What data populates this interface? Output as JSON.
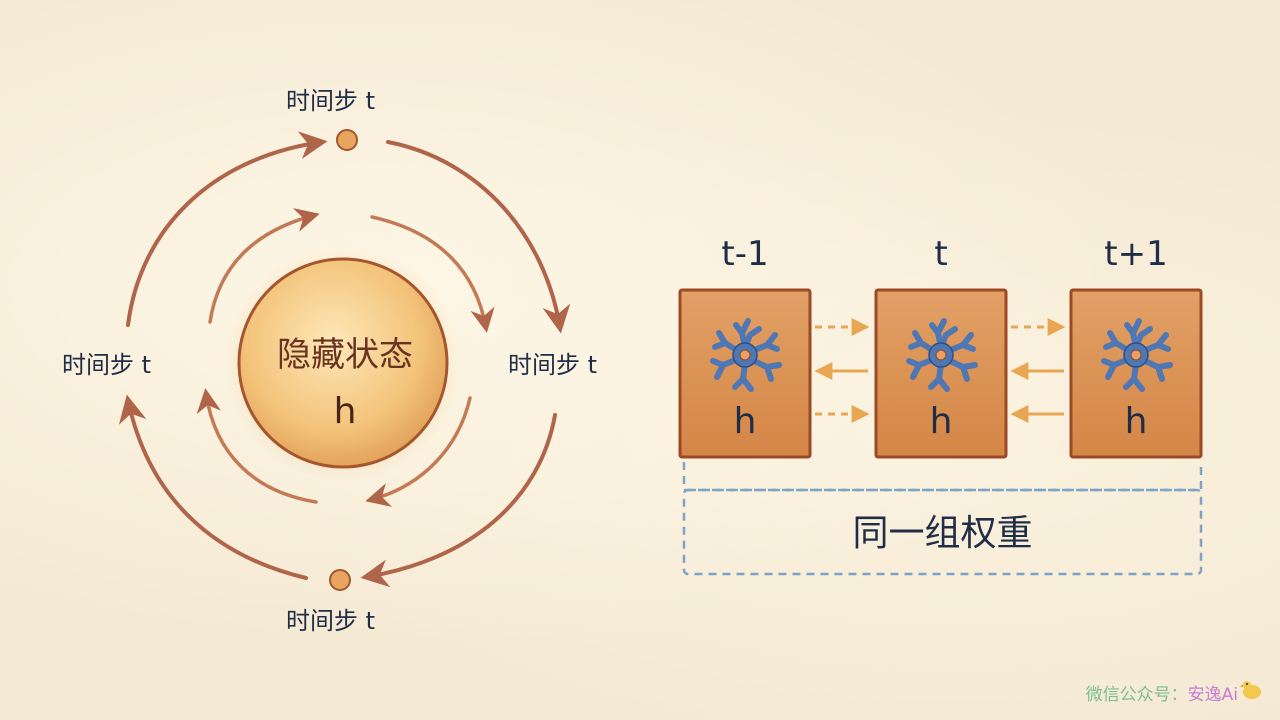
{
  "cycle": {
    "center_title": "隐藏状态",
    "center_var": "h",
    "step_labels": {
      "top": "时间步 t",
      "left": "时间步 t",
      "right": "时间步 t",
      "bottom": "时间步 t"
    }
  },
  "unrolled": {
    "cells": [
      {
        "time": "t-1",
        "var": "h"
      },
      {
        "time": "t",
        "var": "h"
      },
      {
        "time": "t+1",
        "var": "h"
      }
    ],
    "shared_weights_label": "同一组权重"
  },
  "watermark": {
    "prefix": "微信公众号：",
    "name": "安逸Ai"
  },
  "colors": {
    "background": "#f4e9d3",
    "arrow": "#b0654a",
    "core_fill": "#f3c37a",
    "cell_fill": "#d9904f",
    "cell_border": "#9c4a26",
    "neuron": "#4f77b3",
    "connector": "#e8a652",
    "dashed_box": "#7ea2c8",
    "text": "#1f2d47"
  },
  "icons": [
    "neuron-icon",
    "watermark-bird-icon"
  ]
}
